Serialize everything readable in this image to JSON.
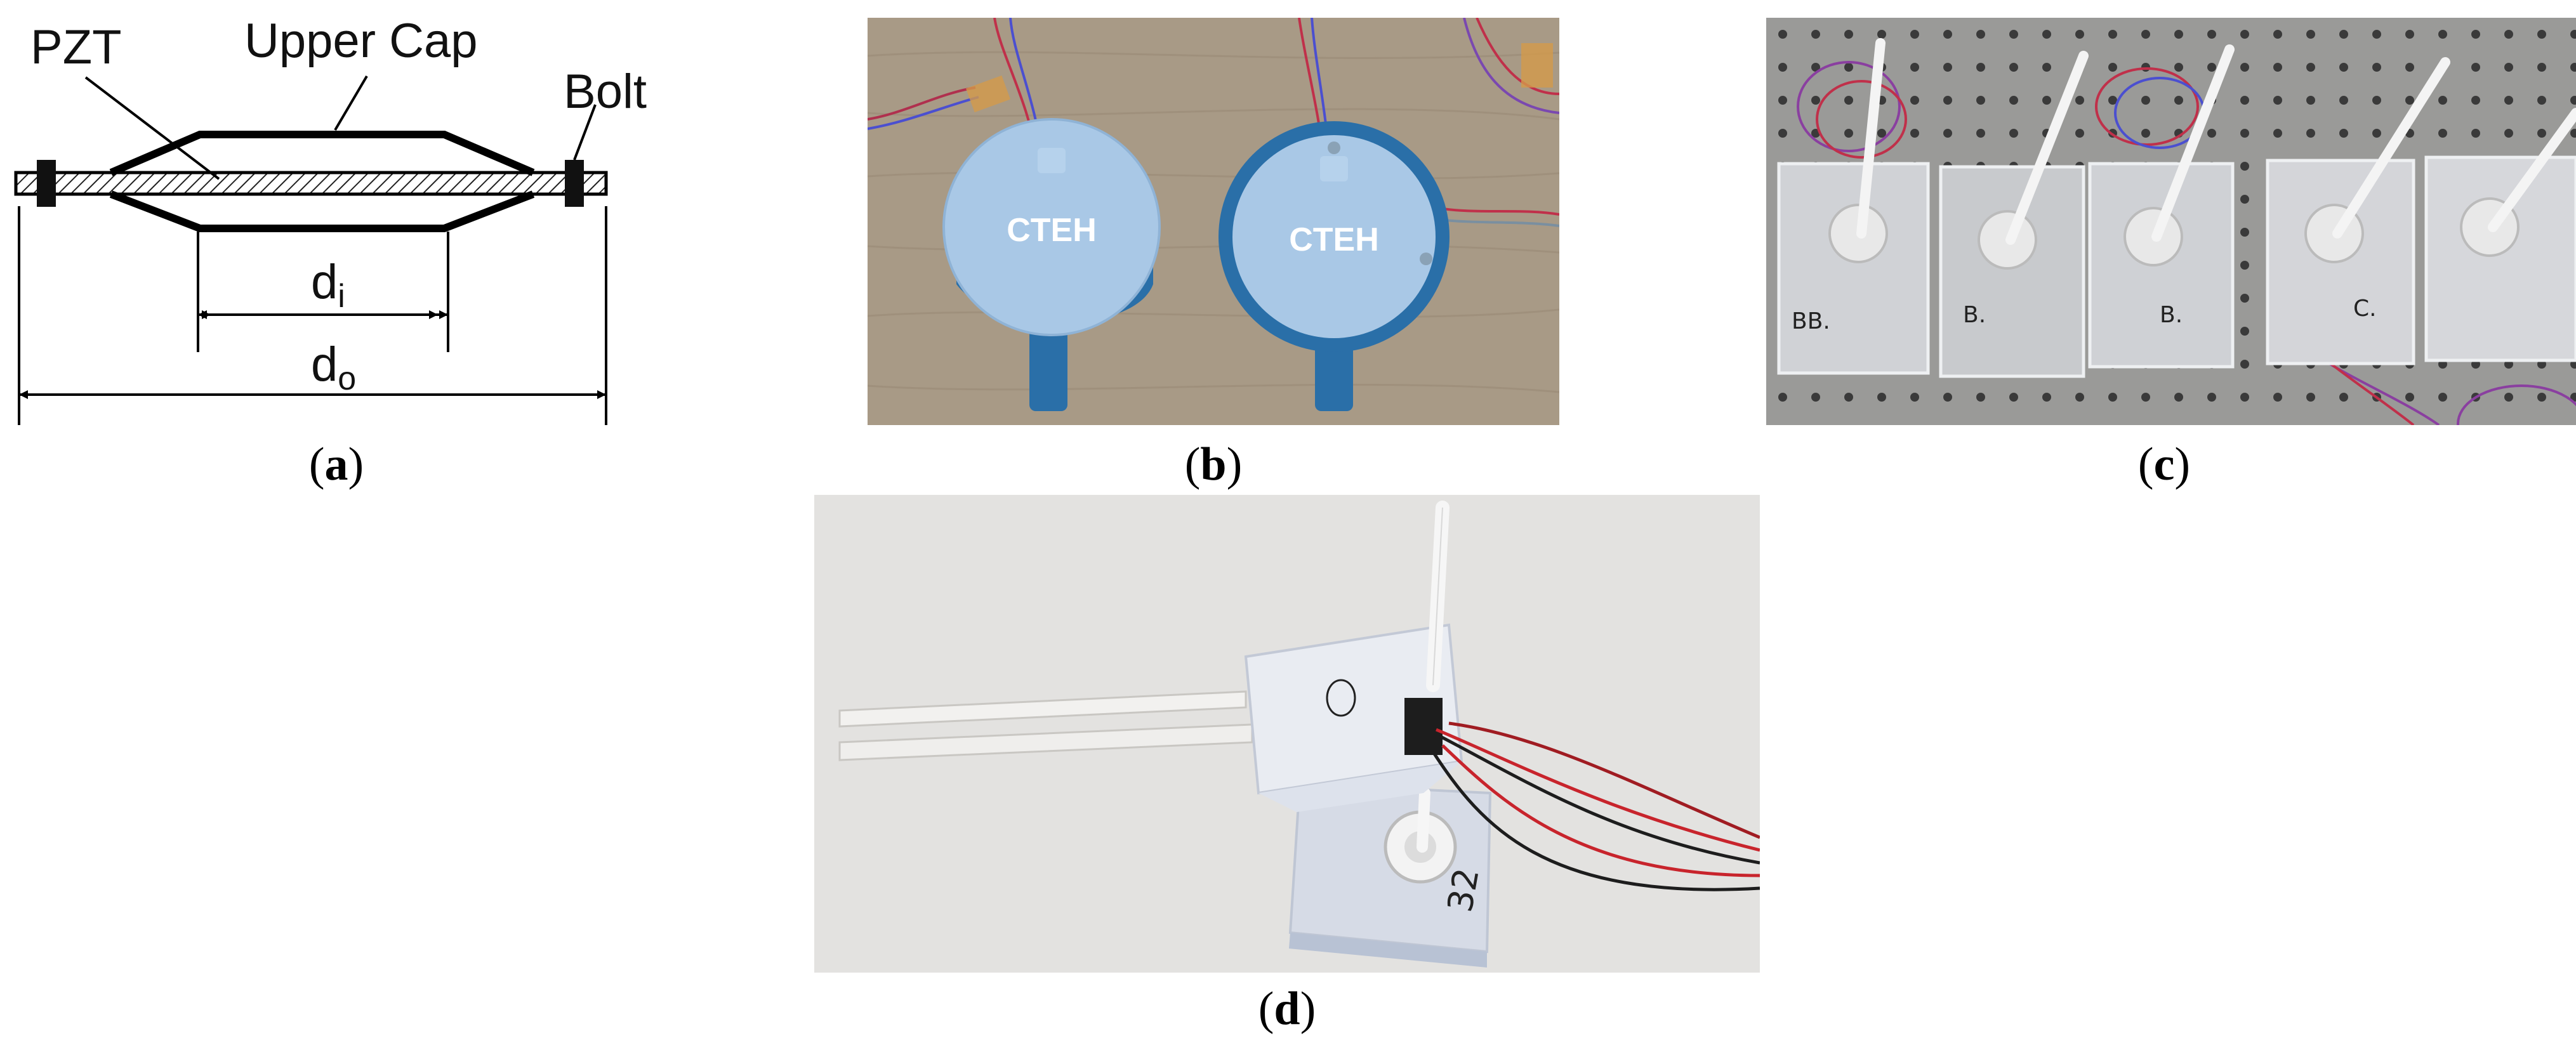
{
  "panel_a": {
    "label_pzt": "PZT",
    "label_upper_cap": "Upper Cap",
    "label_bolt": "Bolt",
    "dim_inner": "d",
    "dim_inner_sub": "i",
    "dim_outer": "d",
    "dim_outer_sub": "o",
    "caption": "a"
  },
  "panel_b": {
    "device_label_left": "CTEH",
    "device_label_right": "CTEH",
    "caption": "b"
  },
  "panel_c": {
    "marks": [
      "BB.",
      "B.",
      "B.",
      "C."
    ],
    "caption": "c"
  },
  "panel_d": {
    "mark_32": "32",
    "caption": "d"
  },
  "colors": {
    "wood": "#a89a86",
    "optical_table": "#9a9a98",
    "background_d": "#e3e2e0",
    "housing_blue": "#2a6fa8",
    "cap_light_blue": "#a9c8e6"
  }
}
